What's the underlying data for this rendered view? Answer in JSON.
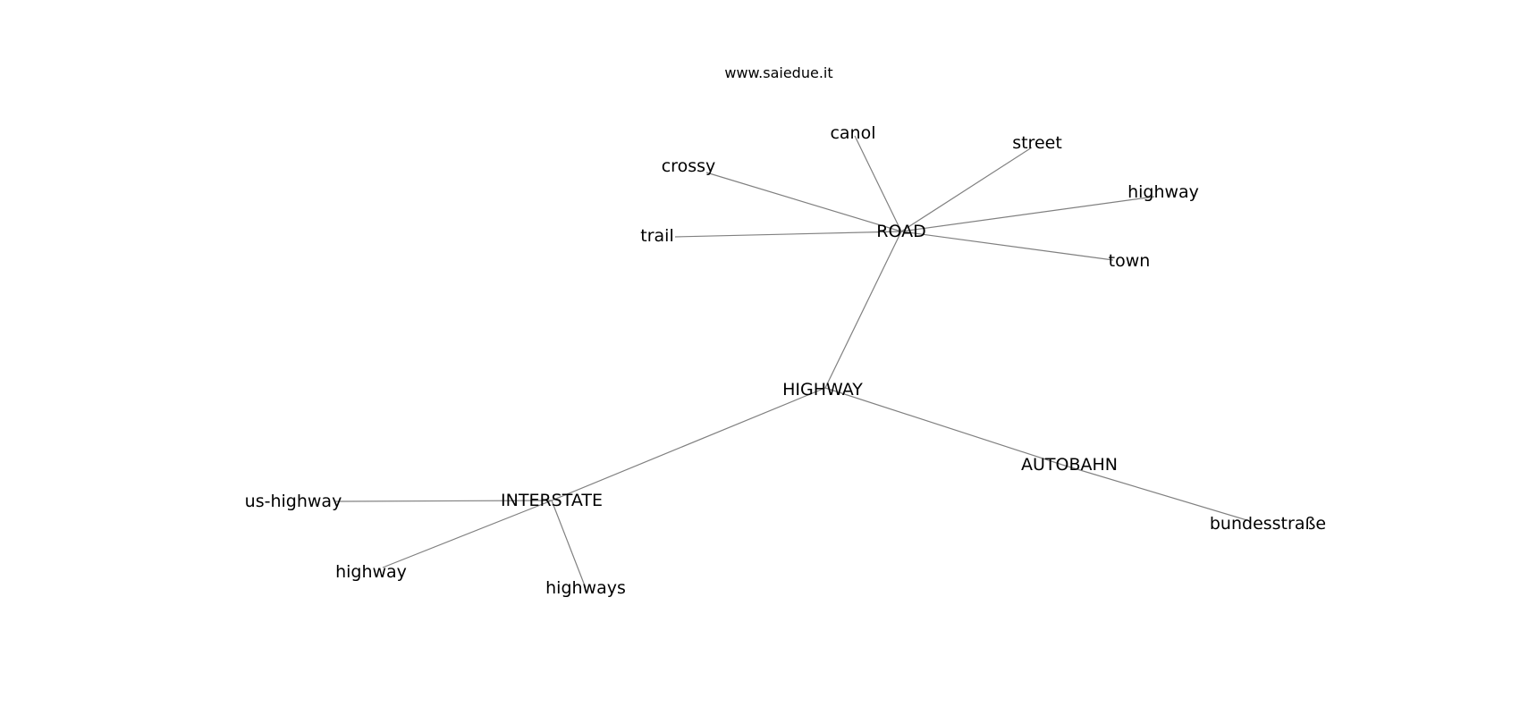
{
  "watermark": "www.saiedue.it",
  "graph": {
    "nodes": [
      {
        "id": "road",
        "label": "ROAD"
      },
      {
        "id": "canol",
        "label": "canol"
      },
      {
        "id": "street",
        "label": "street"
      },
      {
        "id": "crossy",
        "label": "crossy"
      },
      {
        "id": "highway_road",
        "label": "highway"
      },
      {
        "id": "trail",
        "label": "trail"
      },
      {
        "id": "town",
        "label": "town"
      },
      {
        "id": "highway_main",
        "label": "HIGHWAY"
      },
      {
        "id": "autobahn",
        "label": "AUTOBAHN"
      },
      {
        "id": "bundesstrasse",
        "label": "bundesstraße"
      },
      {
        "id": "interstate",
        "label": "INTERSTATE"
      },
      {
        "id": "us_highway",
        "label": "us-highway"
      },
      {
        "id": "highway_inter",
        "label": "highway"
      },
      {
        "id": "highways",
        "label": "highways"
      }
    ],
    "edges": [
      {
        "from": "road",
        "to": "canol"
      },
      {
        "from": "road",
        "to": "street"
      },
      {
        "from": "road",
        "to": "crossy"
      },
      {
        "from": "road",
        "to": "highway_road"
      },
      {
        "from": "road",
        "to": "trail"
      },
      {
        "from": "road",
        "to": "town"
      },
      {
        "from": "road",
        "to": "highway_main"
      },
      {
        "from": "highway_main",
        "to": "autobahn"
      },
      {
        "from": "autobahn",
        "to": "bundesstrasse"
      },
      {
        "from": "highway_main",
        "to": "interstate"
      },
      {
        "from": "interstate",
        "to": "us_highway"
      },
      {
        "from": "interstate",
        "to": "highway_inter"
      },
      {
        "from": "interstate",
        "to": "highways"
      }
    ]
  }
}
